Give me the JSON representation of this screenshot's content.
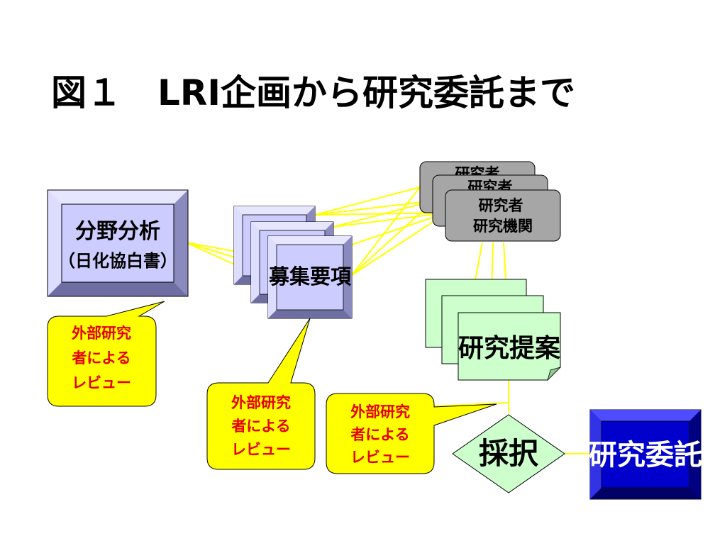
{
  "title": "図１　LRI企画から研究委託まで",
  "field_analysis": {
    "line1": "分野分析",
    "line2": "（日化協白書）"
  },
  "recruitment": {
    "label": "募集要項"
  },
  "researchers": {
    "back1": "研究者",
    "back2": "研究者",
    "line1": "研究者",
    "line2": "研究機関"
  },
  "proposal": {
    "label": "研究提案"
  },
  "adoption": {
    "label": "採択"
  },
  "commission": {
    "label": "研究委託"
  },
  "reviews": [
    {
      "line1": "外部研究",
      "line2": "者による",
      "line3": "レビュー"
    },
    {
      "line1": "外部研究",
      "line2": "者による",
      "line3": "レビュー"
    },
    {
      "line1": "外部研究",
      "line2": "者による",
      "line3": "レビュー"
    }
  ],
  "colors": {
    "lavender": "#ccccff",
    "researcher_gray": "#a6a6a6",
    "proposal_green": "#ccffcc",
    "callout_yellow": "#ffff00",
    "connector_yellow": "#ffff00",
    "commission_blue": "#0000cc",
    "review_text_red": "#e60000"
  }
}
